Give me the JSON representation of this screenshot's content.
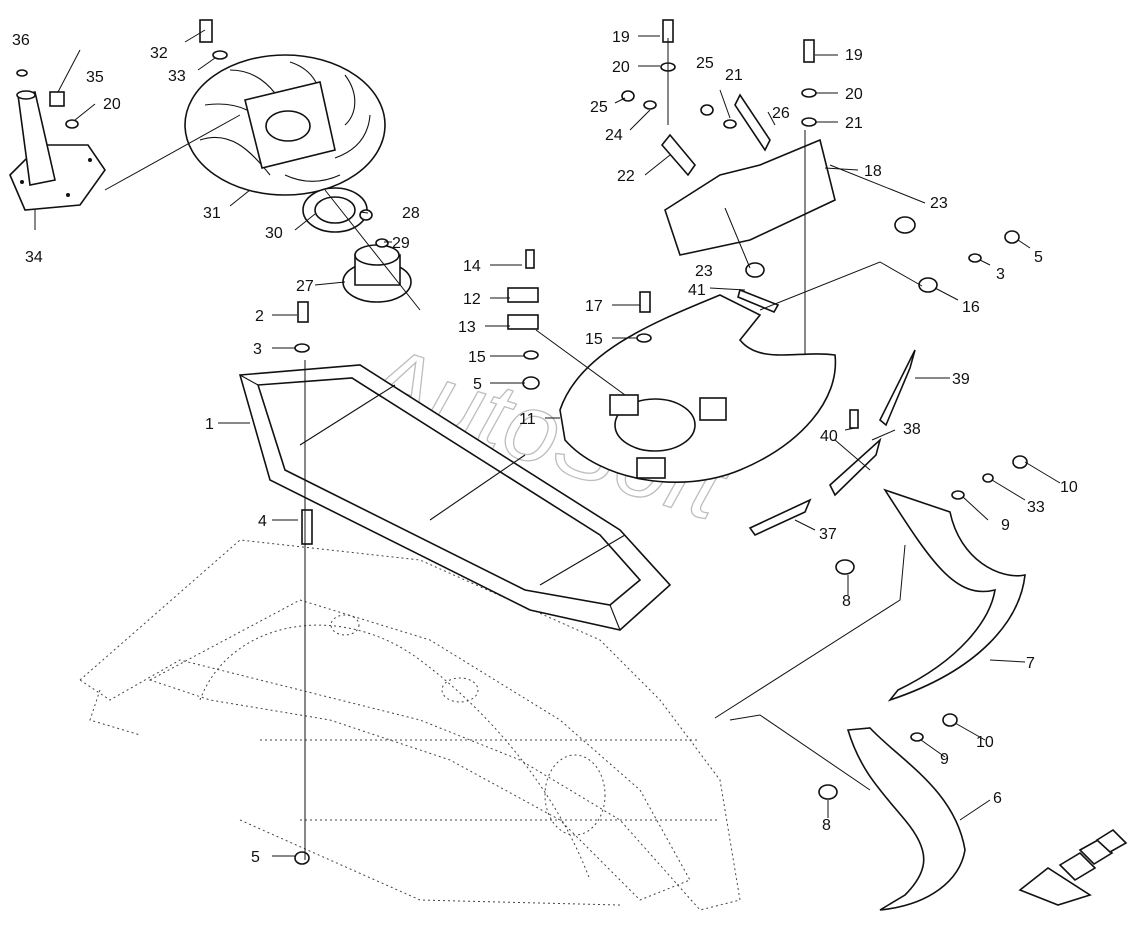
{
  "watermark": "AutoSoft",
  "callouts": [
    {
      "id": "c36",
      "text": "36"
    },
    {
      "id": "c35",
      "text": "35"
    },
    {
      "id": "c20a",
      "text": "20"
    },
    {
      "id": "c34",
      "text": "34"
    },
    {
      "id": "c32",
      "text": "32"
    },
    {
      "id": "c33a",
      "text": "33"
    },
    {
      "id": "c31",
      "text": "31"
    },
    {
      "id": "c30",
      "text": "30"
    },
    {
      "id": "c28",
      "text": "28"
    },
    {
      "id": "c29",
      "text": "29"
    },
    {
      "id": "c27",
      "text": "27"
    },
    {
      "id": "c19a",
      "text": "19"
    },
    {
      "id": "c20b",
      "text": "20"
    },
    {
      "id": "c25a",
      "text": "25"
    },
    {
      "id": "c24",
      "text": "24"
    },
    {
      "id": "c22",
      "text": "22"
    },
    {
      "id": "c25b",
      "text": "25"
    },
    {
      "id": "c21a",
      "text": "21"
    },
    {
      "id": "c26",
      "text": "26"
    },
    {
      "id": "c19b",
      "text": "19"
    },
    {
      "id": "c20c",
      "text": "20"
    },
    {
      "id": "c21b",
      "text": "21"
    },
    {
      "id": "c18",
      "text": "18"
    },
    {
      "id": "c23a",
      "text": "23"
    },
    {
      "id": "c23b",
      "text": "23"
    },
    {
      "id": "c5a",
      "text": "5"
    },
    {
      "id": "c3a",
      "text": "3"
    },
    {
      "id": "c16",
      "text": "16"
    },
    {
      "id": "c41",
      "text": "41"
    },
    {
      "id": "c14",
      "text": "14"
    },
    {
      "id": "c12",
      "text": "12"
    },
    {
      "id": "c13",
      "text": "13"
    },
    {
      "id": "c15a",
      "text": "15"
    },
    {
      "id": "c5b",
      "text": "5"
    },
    {
      "id": "c17",
      "text": "17"
    },
    {
      "id": "c15b",
      "text": "15"
    },
    {
      "id": "c2",
      "text": "2"
    },
    {
      "id": "c3b",
      "text": "3"
    },
    {
      "id": "c1",
      "text": "1"
    },
    {
      "id": "c11",
      "text": "11"
    },
    {
      "id": "c39",
      "text": "39"
    },
    {
      "id": "c40",
      "text": "40"
    },
    {
      "id": "c38",
      "text": "38"
    },
    {
      "id": "c10a",
      "text": "10"
    },
    {
      "id": "c33b",
      "text": "33"
    },
    {
      "id": "c9a",
      "text": "9"
    },
    {
      "id": "c4",
      "text": "4"
    },
    {
      "id": "c37",
      "text": "37"
    },
    {
      "id": "c8a",
      "text": "8"
    },
    {
      "id": "c7",
      "text": "7"
    },
    {
      "id": "c10b",
      "text": "10"
    },
    {
      "id": "c9b",
      "text": "9"
    },
    {
      "id": "c6",
      "text": "6"
    },
    {
      "id": "c8b",
      "text": "8"
    },
    {
      "id": "c5c",
      "text": "5"
    }
  ],
  "parts": [
    {
      "id": "p1",
      "label": "1",
      "name": "frame"
    },
    {
      "id": "p6",
      "label": "6",
      "name": "lower-chute"
    },
    {
      "id": "p7",
      "label": "7",
      "name": "upper-chute"
    },
    {
      "id": "p11",
      "label": "11",
      "name": "bottom-plate"
    },
    {
      "id": "p18",
      "label": "18",
      "name": "deflector-plate"
    },
    {
      "id": "p27",
      "label": "27",
      "name": "hub-flange"
    },
    {
      "id": "p30",
      "label": "30",
      "name": "gasket-ring"
    },
    {
      "id": "p31",
      "label": "31",
      "name": "spreader-disc"
    },
    {
      "id": "p34",
      "label": "34",
      "name": "drive-cone"
    }
  ]
}
